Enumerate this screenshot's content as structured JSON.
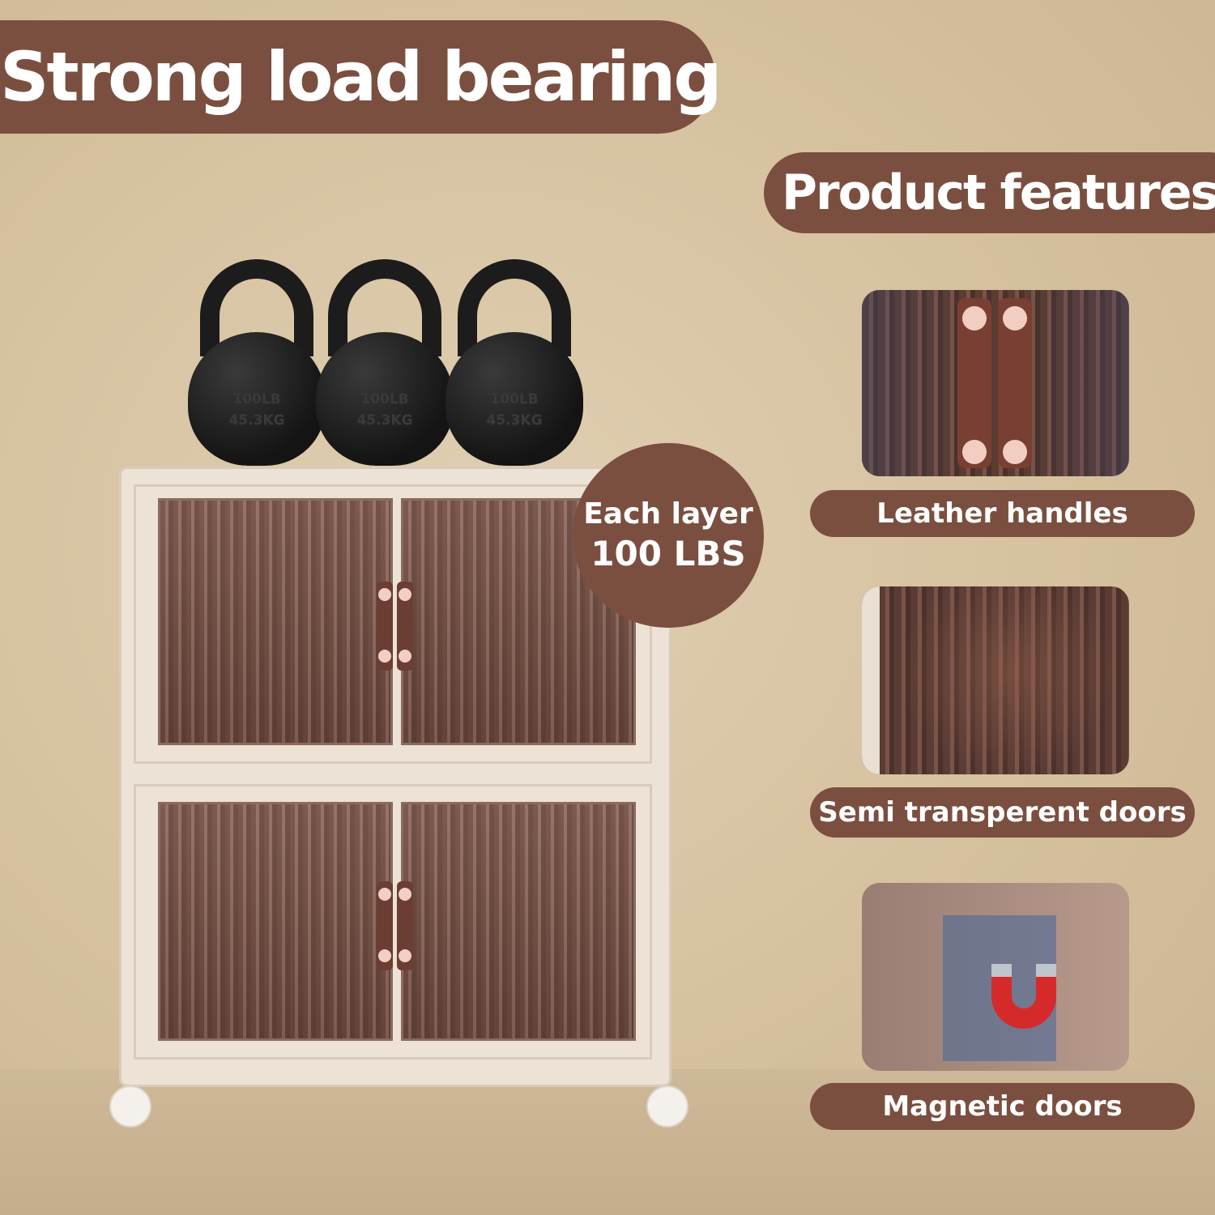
{
  "header": {
    "title": "Strong load bearing"
  },
  "features": {
    "heading": "Product features",
    "items": [
      {
        "label": "Leather handles",
        "icon": "leather-handle-icon"
      },
      {
        "label": "Semi transperent doors",
        "icon": "ribbed-door-icon"
      },
      {
        "label": "Magnetic doors",
        "icon": "magnet-icon"
      }
    ]
  },
  "badge": {
    "line1": "Each layer",
    "line2": "100 LBS"
  },
  "kettlebells": [
    {
      "line1": "100LB",
      "line2": "45.3KG"
    },
    {
      "line1": "100LB",
      "line2": "45.3KG"
    },
    {
      "line1": "100LB",
      "line2": "45.3KG"
    }
  ],
  "colors": {
    "accent": "#7b4f40",
    "background": "#d8c4a4",
    "text": "#ffffff"
  }
}
